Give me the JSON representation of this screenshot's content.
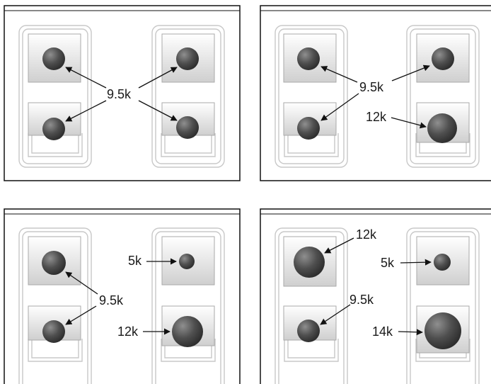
{
  "panels": [
    {
      "burners": [
        {
          "position": "front-left",
          "rating": "9.5k",
          "size": "standard"
        },
        {
          "position": "rear-left",
          "rating": "9.5k",
          "size": "standard"
        },
        {
          "position": "front-right",
          "rating": "9.5k",
          "size": "standard"
        },
        {
          "position": "rear-right",
          "rating": "9.5k",
          "size": "standard"
        }
      ],
      "labels": [
        "9.5k"
      ]
    },
    {
      "burners": [
        {
          "position": "front-left",
          "rating": "9.5k",
          "size": "standard"
        },
        {
          "position": "rear-left",
          "rating": "9.5k",
          "size": "standard"
        },
        {
          "position": "front-right",
          "rating": "9.5k",
          "size": "standard"
        },
        {
          "position": "rear-right",
          "rating": "12k",
          "size": "large"
        }
      ],
      "labels": [
        "9.5k",
        "12k"
      ]
    },
    {
      "burners": [
        {
          "position": "front-left",
          "rating": "9.5k",
          "size": "standard"
        },
        {
          "position": "rear-left",
          "rating": "9.5k",
          "size": "standard"
        },
        {
          "position": "front-right",
          "rating": "5k",
          "size": "small"
        },
        {
          "position": "rear-right",
          "rating": "12k",
          "size": "large"
        }
      ],
      "labels": [
        "5k",
        "9.5k",
        "12k"
      ]
    },
    {
      "burners": [
        {
          "position": "front-left",
          "rating": "12k",
          "size": "large"
        },
        {
          "position": "rear-left",
          "rating": "9.5k",
          "size": "standard"
        },
        {
          "position": "front-right",
          "rating": "5k",
          "size": "small"
        },
        {
          "position": "rear-right",
          "rating": "14k",
          "size": "extra-large"
        }
      ],
      "labels": [
        "12k",
        "9.5k",
        "5k",
        "14k"
      ]
    }
  ],
  "colors": {
    "burner_dark": "#3f3f3f",
    "burner_light": "#8a8a8a",
    "grate": "#c8c8c8",
    "panel_border": "#111111"
  }
}
